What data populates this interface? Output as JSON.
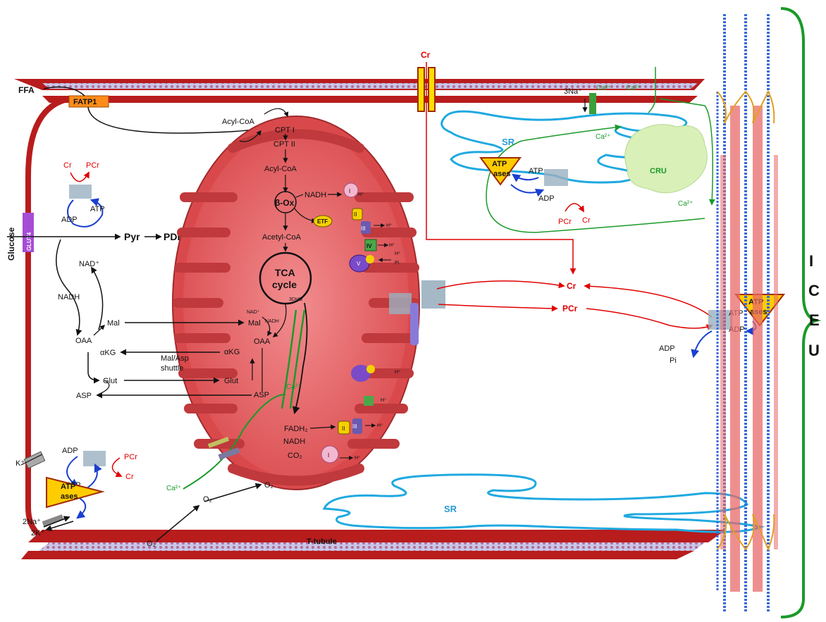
{
  "labels": {
    "ffa": "FFA",
    "fatp1": "FATP1",
    "glucose": "Glucose",
    "glut4": "GLUT4",
    "acyl_coa_out": "Acyl-CoA",
    "cpt1": "CPT I",
    "cpt2": "CPT II",
    "acyl_coa_in": "Acyl-CoA",
    "beta_ox": "β-Ox",
    "nadh_top": "NADH",
    "etf": "ETF",
    "complex_i": "I",
    "complex_ii": "II",
    "complex_iii": "III",
    "complex_iv": "IV",
    "complex_v": "V",
    "pyr": "Pyr",
    "pdh": "PDH",
    "acetyl_coa": "Acetyl-CoA",
    "tca1": "TCA",
    "tca2": "cycle",
    "tca_sub": "3DHG",
    "nad_plus_left": "NAD⁺",
    "nadh_left": "NADH",
    "mal_left": "Mal",
    "oaa_left": "OAA",
    "akg_left": "αKG",
    "glut_left": "Glut",
    "asp_left": "ASP",
    "mal_in": "Mal",
    "nad_plus_in": "NAD⁺",
    "nadh_in": "NADH",
    "oaa_in": "OAA",
    "akg_in": "αKG",
    "shuttle1": "Mal/Asp",
    "shuttle2": "shuttle",
    "glut_in": "Glut",
    "asp_in": "ASP",
    "ca_mito": "Ca²⁺",
    "fadh2": "FADH₂",
    "nadh_bottom": "NADH",
    "co2": "CO₂",
    "o2_in": "O₂",
    "o2_mid": "O₂",
    "o2_out": "O₂",
    "ca_left": "Ca²⁺",
    "hplus": "H⁺",
    "pi_mito": "Pi",
    "cr_top_left": "Cr",
    "pcr_top_left": "PCr",
    "adp_top_left": "ADP",
    "atp_top_left": "ATP",
    "adp_bot_left": "ADP",
    "atp_bot_left": "ATP",
    "pcr_bot_left": "PCr",
    "cr_bot_left": "Cr",
    "atpases1": "ATP",
    "atpases2": "ases",
    "k_plus": "K⁺",
    "na2": "2Na⁺",
    "k2": "2K⁺",
    "t_tubule": "T-tubule",
    "sr_top": "SR",
    "sr_bottom": "SR",
    "cru": "CRU",
    "na3": "3Na⁺",
    "ca_top1": "Ca²⁺",
    "ca_top2": "Ca²⁺",
    "ca_sr": "Ca²⁺",
    "ca_sr2": "Ca²⁺",
    "cr_membrane": "Cr",
    "atp_sr": "ATP",
    "adp_sr": "ADP",
    "pcr_sr": "PCr",
    "cr_sr": "Cr",
    "cr_mid": "Cr",
    "pcr_mid": "PCr",
    "atp_right": "ATP",
    "adp_right": "ADP",
    "adp_right2": "ADP",
    "pi_right": "Pi",
    "icue": [
      "I",
      "C",
      "E",
      "U"
    ]
  },
  "colors": {
    "membrane": "#b81c1c",
    "mito_fill": "#e8686a",
    "mito_dark": "#c0393c",
    "sr": "#1fa9e0",
    "ca_path": "#1a9a2a",
    "energy": "#e00000",
    "blue_arrow": "#1a3fd0",
    "atpase": "#ffcc00",
    "fatp1": "#ff8c1a",
    "glut4": "#a64dd6",
    "cru": "#d9f0b8"
  }
}
